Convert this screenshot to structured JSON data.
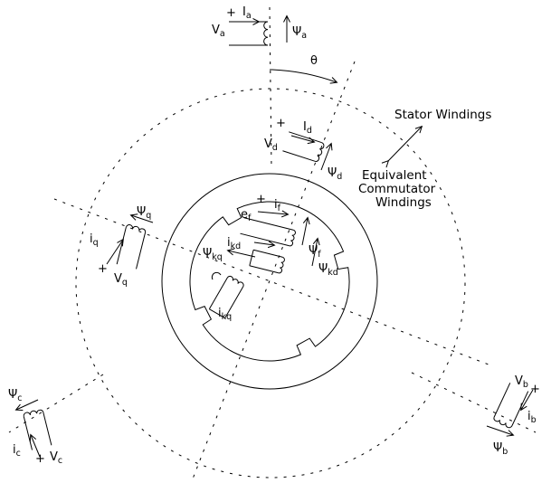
{
  "diagram": {
    "annotations": {
      "theta": "θ",
      "stator_windings": "Stator Windings",
      "commutator_line1": "Equivalent",
      "commutator_line2": "Commutator",
      "commutator_line3": "Windings",
      "plus": "+"
    },
    "windings": {
      "a": {
        "voltage_main": "V",
        "voltage_sub": "a",
        "current_main": "I",
        "current_sub": "a",
        "flux_main": "Ψ",
        "flux_sub": "a"
      },
      "d": {
        "voltage_main": "V",
        "voltage_sub": "d",
        "current_main": "I",
        "current_sub": "d",
        "flux_main": "Ψ",
        "flux_sub": "d"
      },
      "f": {
        "voltage_main": "e",
        "voltage_sub": "f",
        "current_main": "i",
        "current_sub": "f",
        "flux_main": "Ψ",
        "flux_sub": "f"
      },
      "kd": {
        "current_main": "i",
        "current_sub": "kd",
        "flux_main": "Ψ",
        "flux_sub": "kd"
      },
      "kq": {
        "current_main": "i",
        "current_sub": "kq",
        "flux_main": "Ψ",
        "flux_sub": "kq"
      },
      "q": {
        "voltage_main": "V",
        "voltage_sub": "q",
        "current_main": "i",
        "current_sub": "q",
        "flux_main": "Ψ",
        "flux_sub": "q"
      },
      "b": {
        "voltage_main": "V",
        "voltage_sub": "b",
        "current_main": "i",
        "current_sub": "b",
        "flux_main": "Ψ",
        "flux_sub": "b"
      },
      "c": {
        "voltage_main": "V",
        "voltage_sub": "c",
        "current_main": "i",
        "current_sub": "c",
        "flux_main": "Ψ",
        "flux_sub": "c"
      }
    },
    "colors": {
      "ink": "#000000",
      "background": "#ffffff"
    }
  }
}
